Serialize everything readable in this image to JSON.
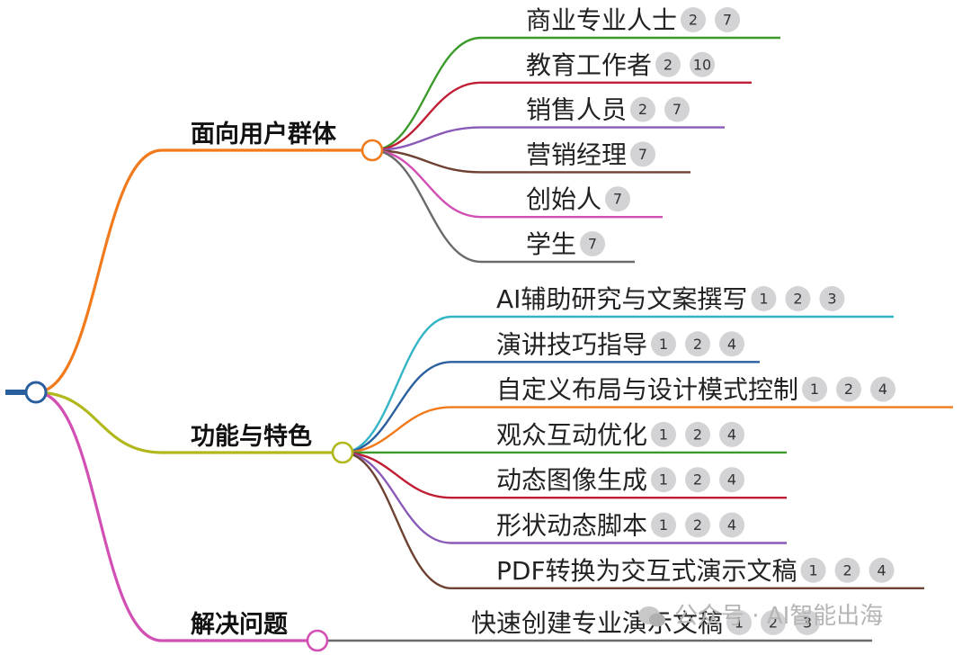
{
  "colors": {
    "root": "#2a5f9e",
    "users": "#f07a1c",
    "features": "#b0b81c",
    "problems": "#d24fb4",
    "leaf_palette": [
      "#3a9a2a",
      "#c01e34",
      "#8a5ab8",
      "#6e4232",
      "#d24fb4",
      "#6b6b6b",
      "#33b5c6",
      "#2a5f9e",
      "#f07a1c"
    ]
  },
  "branches": [
    {
      "label": "面向用户群体",
      "color_key": "users",
      "leaves": [
        {
          "label": "商业专业人士",
          "refs": [
            "2",
            "7"
          ],
          "color": "#3a9a2a"
        },
        {
          "label": "教育工作者",
          "refs": [
            "2",
            "10"
          ],
          "color": "#c01e34"
        },
        {
          "label": "销售人员",
          "refs": [
            "2",
            "7"
          ],
          "color": "#8a5ab8"
        },
        {
          "label": "营销经理",
          "refs": [
            "7"
          ],
          "color": "#6e4232"
        },
        {
          "label": "创始人",
          "refs": [
            "7"
          ],
          "color": "#d24fb4"
        },
        {
          "label": "学生",
          "refs": [
            "7"
          ],
          "color": "#6b6b6b"
        }
      ]
    },
    {
      "label": "功能与特色",
      "color_key": "features",
      "leaves": [
        {
          "label": "AI辅助研究与文案撰写",
          "refs": [
            "1",
            "2",
            "3"
          ],
          "color": "#33b5c6"
        },
        {
          "label": "演讲技巧指导",
          "refs": [
            "1",
            "2",
            "4"
          ],
          "color": "#2a5f9e"
        },
        {
          "label": "自定义布局与设计模式控制",
          "refs": [
            "1",
            "2",
            "4"
          ],
          "color": "#f07a1c"
        },
        {
          "label": "观众互动优化",
          "refs": [
            "1",
            "2",
            "4"
          ],
          "color": "#3a9a2a"
        },
        {
          "label": "动态图像生成",
          "refs": [
            "1",
            "2",
            "4"
          ],
          "color": "#c01e34"
        },
        {
          "label": "形状动态脚本",
          "refs": [
            "1",
            "2",
            "4"
          ],
          "color": "#8a5ab8"
        },
        {
          "label": "PDF转换为交互式演示文稿",
          "refs": [
            "1",
            "2",
            "4"
          ],
          "color": "#6e4232"
        }
      ]
    },
    {
      "label": "解决问题",
      "color_key": "problems",
      "leaves": [
        {
          "label": "快速创建专业演示文稿",
          "refs": [
            "1",
            "2",
            "3"
          ],
          "color": "#6b6b6b"
        }
      ]
    }
  ],
  "watermark": "公众号 · AI智能出海"
}
